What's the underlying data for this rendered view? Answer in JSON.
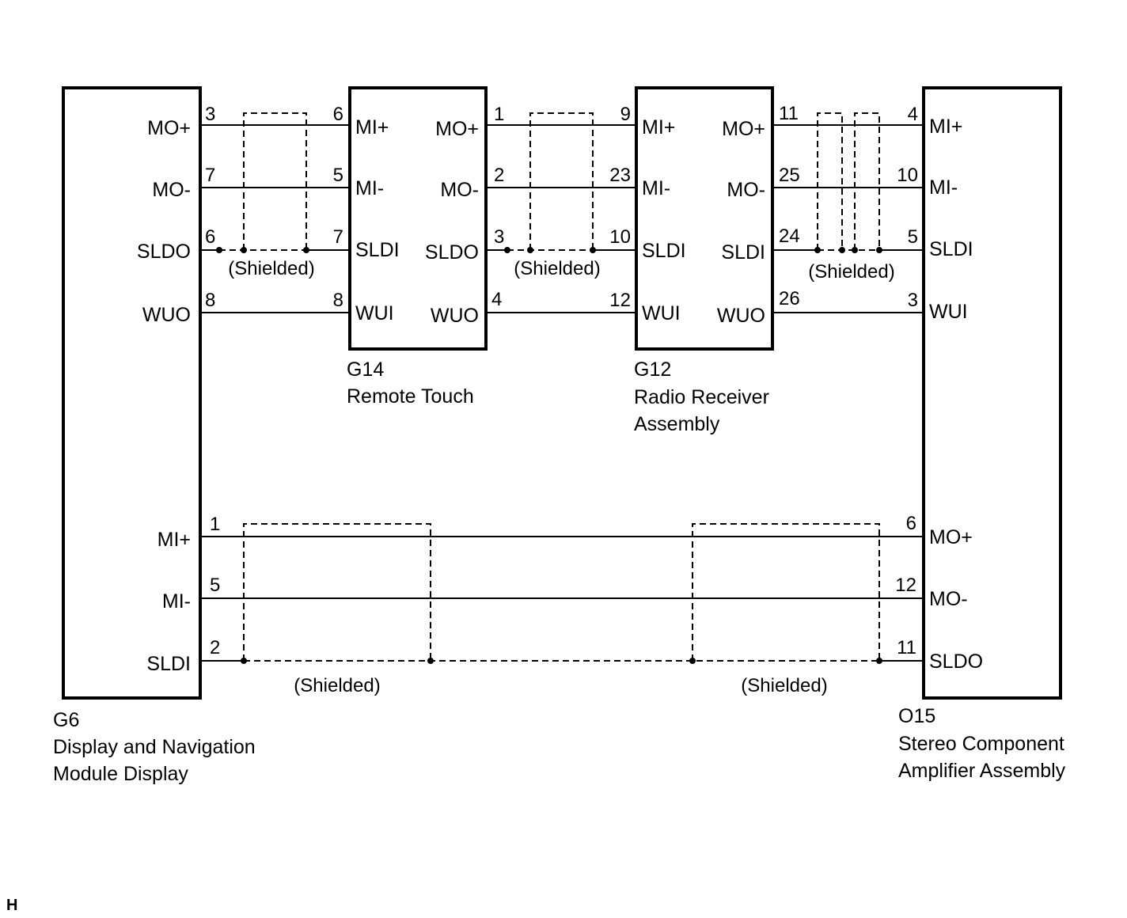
{
  "components": {
    "g6": {
      "code": "G6",
      "name_line1": "Display and Navigation",
      "name_line2": "Module Display"
    },
    "g14": {
      "code": "G14",
      "name_line1": "Remote Touch"
    },
    "g12": {
      "code": "G12",
      "name_line1": "Radio Receiver",
      "name_line2": "Assembly"
    },
    "o15": {
      "code": "O15",
      "name_line1": "Stereo Component",
      "name_line2": "Amplifier Assembly"
    }
  },
  "signals": {
    "g6": [
      "MO+",
      "MO-",
      "SLDO",
      "WUO",
      "MI+",
      "MI-",
      "SLDI"
    ],
    "g14_left": [
      "MI+",
      "MI-",
      "SLDI",
      "WUI"
    ],
    "g14_right": [
      "MO+",
      "MO-",
      "SLDO",
      "WUO"
    ],
    "g12_left": [
      "MI+",
      "MI-",
      "SLDI",
      "WUI"
    ],
    "g12_right": [
      "MO+",
      "MO-",
      "SLDI",
      "WUO"
    ],
    "o15": [
      "MI+",
      "MI-",
      "SLDI",
      "WUI",
      "MO+",
      "MO-",
      "SLDO"
    ]
  },
  "pins": {
    "seg1_left": [
      "3",
      "7",
      "6",
      "8"
    ],
    "seg1_right": [
      "6",
      "5",
      "7",
      "8"
    ],
    "seg2_left": [
      "1",
      "2",
      "3",
      "4"
    ],
    "seg2_right": [
      "9",
      "23",
      "10",
      "12"
    ],
    "seg3_left": [
      "11",
      "25",
      "24",
      "26"
    ],
    "seg3_right": [
      "4",
      "10",
      "5",
      "3"
    ],
    "bottom_left": [
      "1",
      "5",
      "2"
    ],
    "bottom_right": [
      "6",
      "12",
      "11"
    ]
  },
  "shield_label": "(Shielded)",
  "corner_mark": "H"
}
